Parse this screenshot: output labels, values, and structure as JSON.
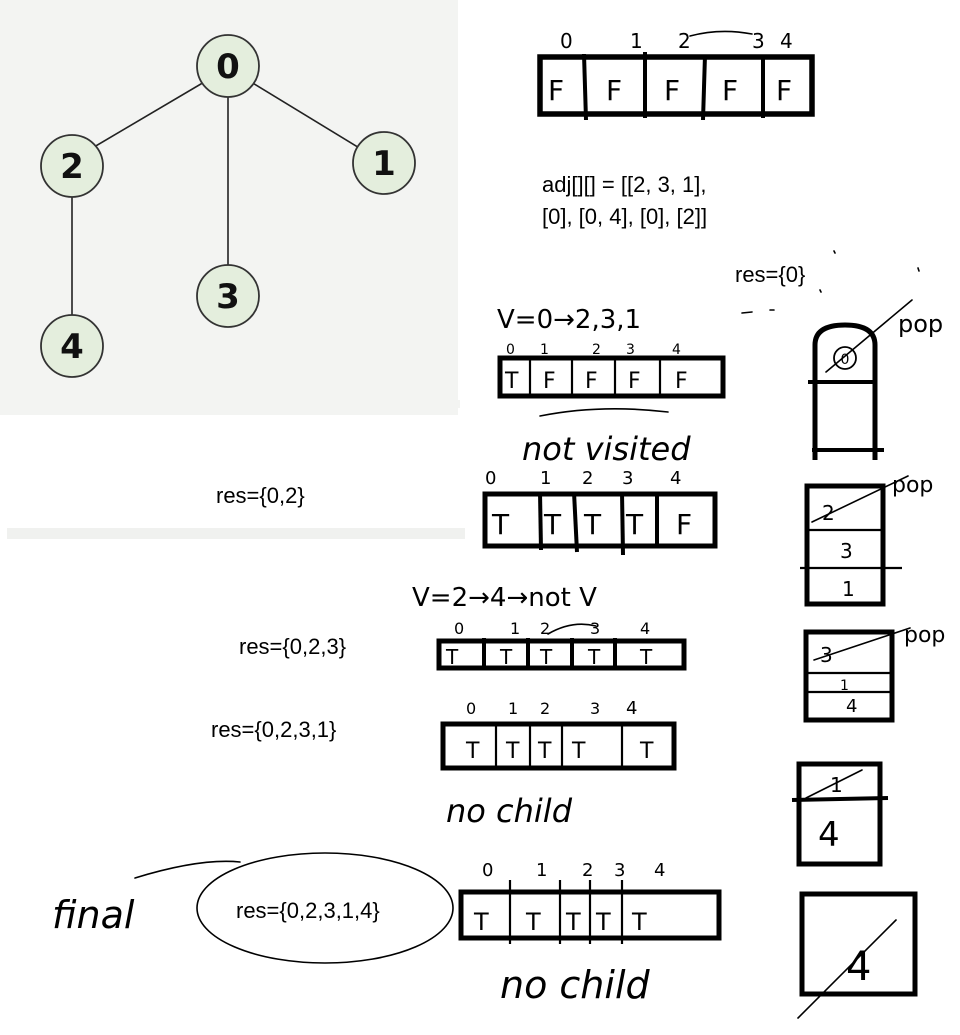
{
  "graph": {
    "nodes": [
      {
        "id": "node-0",
        "label": "0"
      },
      {
        "id": "node-1",
        "label": "1"
      },
      {
        "id": "node-2",
        "label": "2"
      },
      {
        "id": "node-3",
        "label": "3"
      },
      {
        "id": "node-4",
        "label": "4"
      }
    ],
    "edges": [
      [
        "0",
        "2"
      ],
      [
        "0",
        "3"
      ],
      [
        "0",
        "1"
      ],
      [
        "2",
        "4"
      ]
    ],
    "node_fill": "#e4eedd",
    "panel_color": "#f3f4f2"
  },
  "adjacency": {
    "line1": "adj[][] = [[2, 3, 1],",
    "line2": "[0], [0, 4], [0], [2]]"
  },
  "results": {
    "r0": "res={0}",
    "r1": "res={0,2}",
    "r2": "res={0,2,3}",
    "r3": "res={0,2,3,1}",
    "r4": "res={0,2,3,1,4}"
  },
  "visited_arrays": {
    "indices": [
      "0",
      "1",
      "2",
      "3",
      "4"
    ],
    "step0": [
      "F",
      "F",
      "F",
      "F",
      "F"
    ],
    "step1": [
      "T",
      "F",
      "F",
      "F",
      "F"
    ],
    "step2": [
      "T",
      "T",
      "T",
      "T",
      "F"
    ],
    "step3": [
      "T",
      "T",
      "T",
      "T",
      "T"
    ],
    "step4": [
      "T",
      "T",
      "T",
      "T",
      "T"
    ],
    "step5": [
      "T",
      "T",
      "T",
      "T",
      "T"
    ]
  },
  "annotations": {
    "v0": "V=0→2,3,1",
    "not_visited": "not visited",
    "v2": "V=2→4→not V",
    "no_child_1": "no child",
    "no_child_2": "no child",
    "final": "final",
    "pop_labels": [
      "pop",
      "pop",
      "pop"
    ]
  },
  "stacks": {
    "s1": [
      "0"
    ],
    "s2": [
      "2",
      "3",
      "1"
    ],
    "s3": [
      "3",
      "1",
      "4"
    ],
    "s4": [
      "1",
      "4"
    ],
    "s5": [
      "4"
    ]
  }
}
